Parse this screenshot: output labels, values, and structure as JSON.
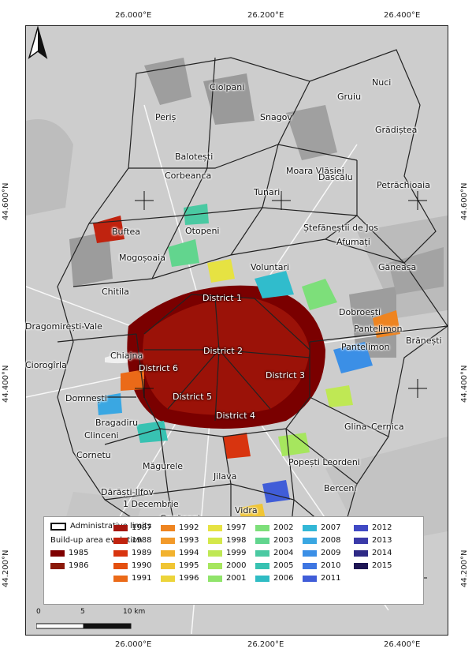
{
  "coordinates": {
    "top": [
      "26.000°E",
      "26.200°E",
      "26.400°E"
    ],
    "bottom": [
      "26.000°E",
      "26.200°E",
      "26.400°E"
    ],
    "left": [
      "44.600°N",
      "44.400°N",
      "44.200°N"
    ],
    "right": [
      "44.600°N",
      "44.400°N",
      "44.200°N"
    ]
  },
  "places": [
    "Ciolpani",
    "Nuci",
    "Gruiu",
    "Periș",
    "Snagov",
    "Grădiștea",
    "Balotești",
    "Moara Vlăsiei",
    "Corbeanca",
    "Dascălu",
    "Petrăchioaia",
    "Tunari",
    "Buftea",
    "Otopeni",
    "Ștefăneștii de Jos",
    "Afumați",
    "Mogoșoaia",
    "Voluntari",
    "Găneasa",
    "Chitila",
    "District 1",
    "Dobroești",
    "Dragomirești-Vale",
    "Pantelimon",
    "Brănești",
    "District 2",
    "Pantelimon",
    "Chiajna",
    "Ciorogîrla",
    "District 6",
    "District 3",
    "Domnești",
    "District 5",
    "Glina",
    "Cernica",
    "Bragadiru",
    "District 4",
    "Clinceni",
    "Popești Leordeni",
    "Cornetu",
    "Măgurele",
    "Jilava",
    "Berceni",
    "Dărăști-Ilfov",
    "1 Decembrie",
    "Vidra",
    "Copăceni"
  ],
  "legend": {
    "admin_label": "Administrative limits",
    "title": "Build-up area evolution",
    "years": [
      {
        "label": "1985",
        "color": "#7f0000"
      },
      {
        "label": "1986",
        "color": "#8b1a0a"
      },
      {
        "label": "1987",
        "color": "#a4160f"
      },
      {
        "label": "1988",
        "color": "#c0230f"
      },
      {
        "label": "1989",
        "color": "#d8340f"
      },
      {
        "label": "1990",
        "color": "#e4500f"
      },
      {
        "label": "1991",
        "color": "#eb6a18"
      },
      {
        "label": "1992",
        "color": "#ee8420"
      },
      {
        "label": "1993",
        "color": "#f29a2a"
      },
      {
        "label": "1994",
        "color": "#f2b22e"
      },
      {
        "label": "1995",
        "color": "#f0c534"
      },
      {
        "label": "1996",
        "color": "#ecd43a"
      },
      {
        "label": "1997",
        "color": "#e6e242"
      },
      {
        "label": "1998",
        "color": "#d4e84a"
      },
      {
        "label": "1999",
        "color": "#bfe854"
      },
      {
        "label": "2000",
        "color": "#a6e65e"
      },
      {
        "label": "2001",
        "color": "#90e46a"
      },
      {
        "label": "2002",
        "color": "#7ddf7a"
      },
      {
        "label": "2003",
        "color": "#62d58e"
      },
      {
        "label": "2004",
        "color": "#4ac9a2"
      },
      {
        "label": "2005",
        "color": "#38c2b2"
      },
      {
        "label": "2006",
        "color": "#2fbcc4"
      },
      {
        "label": "2007",
        "color": "#33b7d6"
      },
      {
        "label": "2008",
        "color": "#3aa7e2"
      },
      {
        "label": "2009",
        "color": "#3b8fe6"
      },
      {
        "label": "2010",
        "color": "#3e76e2"
      },
      {
        "label": "2011",
        "color": "#405dd8"
      },
      {
        "label": "2012",
        "color": "#4049c4"
      },
      {
        "label": "2013",
        "color": "#3a3aa8"
      },
      {
        "label": "2014",
        "color": "#2e2a86"
      },
      {
        "label": "2015",
        "color": "#1e1654"
      }
    ]
  },
  "scale": {
    "ticks": [
      "0",
      "5",
      "10 km"
    ]
  },
  "north": "N"
}
